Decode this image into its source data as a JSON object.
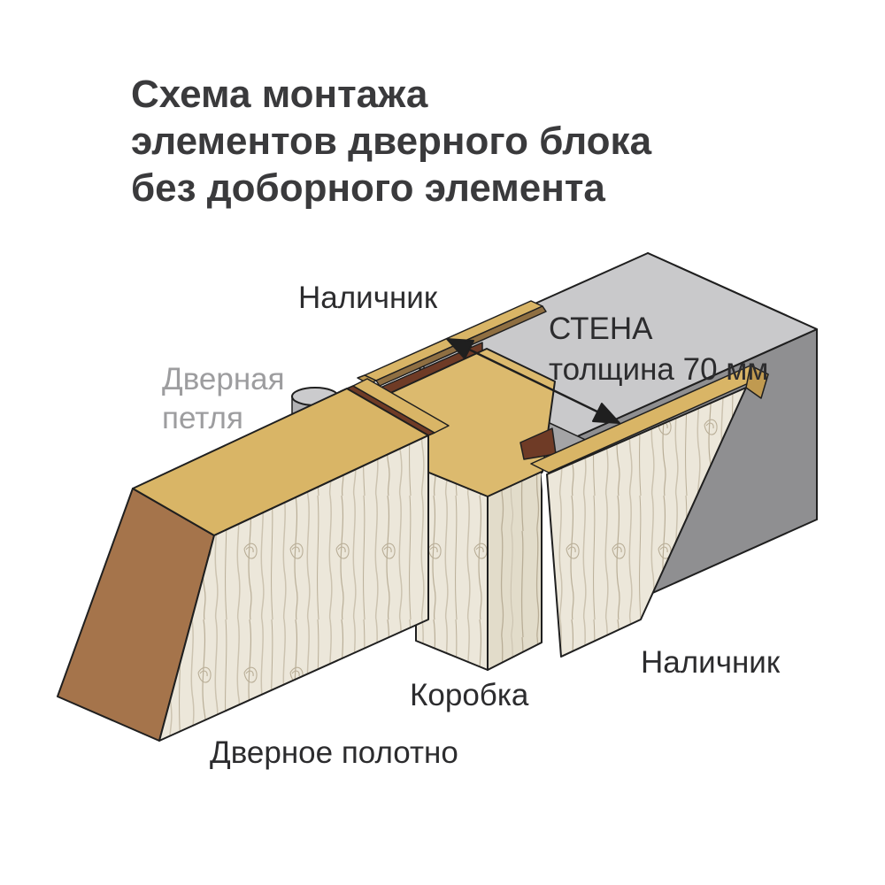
{
  "title": {
    "line1": "Схема монтажа",
    "line2": "элементов дверного блока",
    "line3": "без доборного элемента"
  },
  "labels": {
    "casing_top": "Наличник",
    "wall_name": "СТЕНА",
    "wall_thickness": "толщина 70 мм",
    "hinge_line1": "Дверная",
    "hinge_line2": "петля",
    "casing_right": "Наличник",
    "frame": "Коробка",
    "door_leaf": "Дверное полотно"
  },
  "colors": {
    "background": "#ffffff",
    "outline": "#1f1f1f",
    "title_text": "#3a3a3c",
    "label_text": "#2c2c2e",
    "label_muted": "#9d9d9f",
    "wall_top": "#c9c9cb",
    "wall_end": "#a8a8aa",
    "wall_front": "#8f8f91",
    "wall_cut": "#d3d3d5",
    "wall_band": "#a4a4a6",
    "wood_tan": "#d9b566",
    "wood_tan_frame": "#dcba6e",
    "wood_tan_edge": "#8f6f42",
    "wood_tan_end": "#c09a50",
    "bevel_brown": "#a5744b",
    "rebate_brown": "#6f3b26",
    "hinge_top": "#cbcbcd",
    "hinge_body": "#b2b2b4",
    "wood_face": "#ece7da",
    "wood_face_end": "#e2dcca",
    "grain_light": "#ccc3b0",
    "grain_dark": "#b9ae97",
    "gap_white": "#ffffff"
  }
}
